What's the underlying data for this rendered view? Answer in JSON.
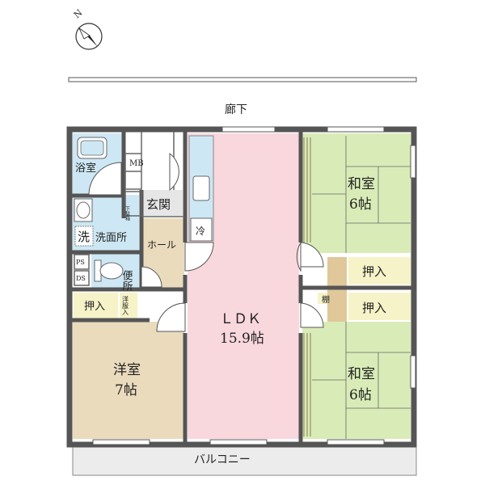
{
  "compass": {
    "north_label": "N"
  },
  "labels": {
    "corridor": "廊下",
    "balcony": "バルコニー",
    "bath": "浴室",
    "mb": "MB",
    "shoe_box": "下駄箱",
    "entrance": "玄関",
    "washroom_mark": "洗",
    "washroom": "洗面所",
    "hall": "ホール",
    "ps": "PS",
    "ds": "DS",
    "toilet": "便所",
    "fridge": "冷",
    "ldk_name": "ＬＤＫ",
    "ldk_size": "15.9帖",
    "western_name": "洋室",
    "western_size": "7帖",
    "closet_western": "押入",
    "wardrobe": "洋服入",
    "japanese1_name": "和室",
    "japanese1_size": "6帖",
    "closet_j1": "押入",
    "shelf": "棚",
    "closet_j2": "押入",
    "japanese2_name": "和室",
    "japanese2_size": "6帖"
  },
  "colors": {
    "ldk": "#f8d7dd",
    "western": "#eadbbd",
    "japanese": "#d9ecb8",
    "wet_area": "#cde8f4",
    "closet": "#f6f3c8",
    "wall": "#555555",
    "balcony": "#ececec"
  }
}
